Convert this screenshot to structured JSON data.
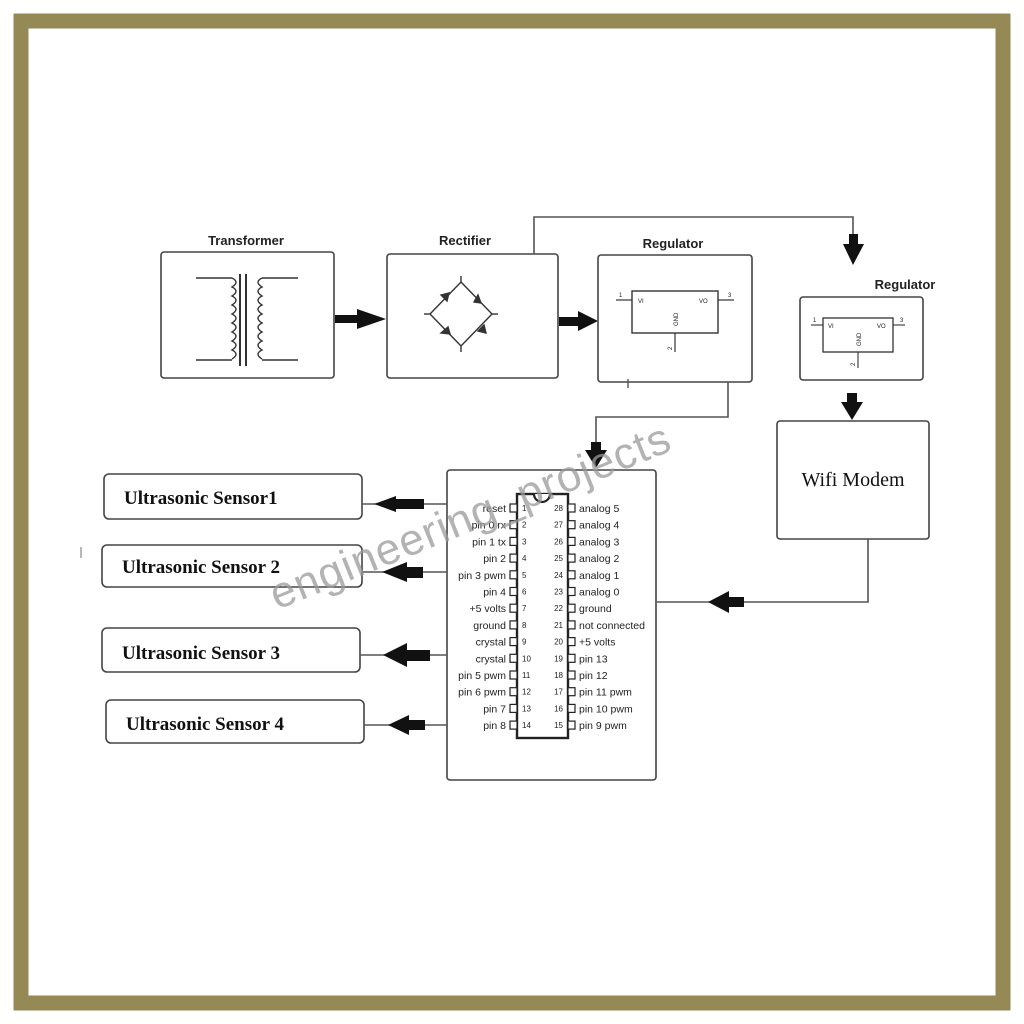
{
  "colors": {
    "border": "#958a56",
    "line": "#444444",
    "watermark": "#9a9a9a"
  },
  "blocks": {
    "transformer": "Transformer",
    "rectifier": "Rectifier",
    "regulator1": "Regulator",
    "regulator2": "Regulator",
    "wifi_modem": "Wifi Modem"
  },
  "regulator_pins": {
    "vi": "VI",
    "vo": "VO",
    "gnd": "GND",
    "p1": "1",
    "p2": "2",
    "p3": "3"
  },
  "sensors": [
    "Ultrasonic Sensor1",
    "Ultrasonic Sensor 2",
    "Ultrasonic Sensor 3",
    "Ultrasonic Sensor 4"
  ],
  "chip": {
    "left_pins": [
      {
        "label": "reset",
        "num": "1"
      },
      {
        "label": "pin 0 rx",
        "num": "2"
      },
      {
        "label": "pin 1 tx",
        "num": "3"
      },
      {
        "label": "pin 2",
        "num": "4"
      },
      {
        "label": "pin 3 pwm",
        "num": "5"
      },
      {
        "label": "pin 4",
        "num": "6"
      },
      {
        "label": "+5 volts",
        "num": "7"
      },
      {
        "label": "ground",
        "num": "8"
      },
      {
        "label": "crystal",
        "num": "9"
      },
      {
        "label": "crystal",
        "num": "10"
      },
      {
        "label": "pin 5 pwm",
        "num": "11"
      },
      {
        "label": "pin 6 pwm",
        "num": "12"
      },
      {
        "label": "pin 7",
        "num": "13"
      },
      {
        "label": "pin 8",
        "num": "14"
      }
    ],
    "right_pins": [
      {
        "label": "analog 5",
        "num": "28"
      },
      {
        "label": "analog 4",
        "num": "27"
      },
      {
        "label": "analog 3",
        "num": "26"
      },
      {
        "label": "analog 2",
        "num": "25"
      },
      {
        "label": "analog 1",
        "num": "24"
      },
      {
        "label": "analog 0",
        "num": "23"
      },
      {
        "label": "ground",
        "num": "22"
      },
      {
        "label": "not connected",
        "num": "21"
      },
      {
        "label": "+5 volts",
        "num": "20"
      },
      {
        "label": "pin 13",
        "num": "19"
      },
      {
        "label": "pin 12",
        "num": "18"
      },
      {
        "label": "pin 11 pwm",
        "num": "17"
      },
      {
        "label": "pin 10 pwm",
        "num": "16"
      },
      {
        "label": "pin 9 pwm",
        "num": "15"
      }
    ]
  },
  "watermark": "engineering_projects"
}
